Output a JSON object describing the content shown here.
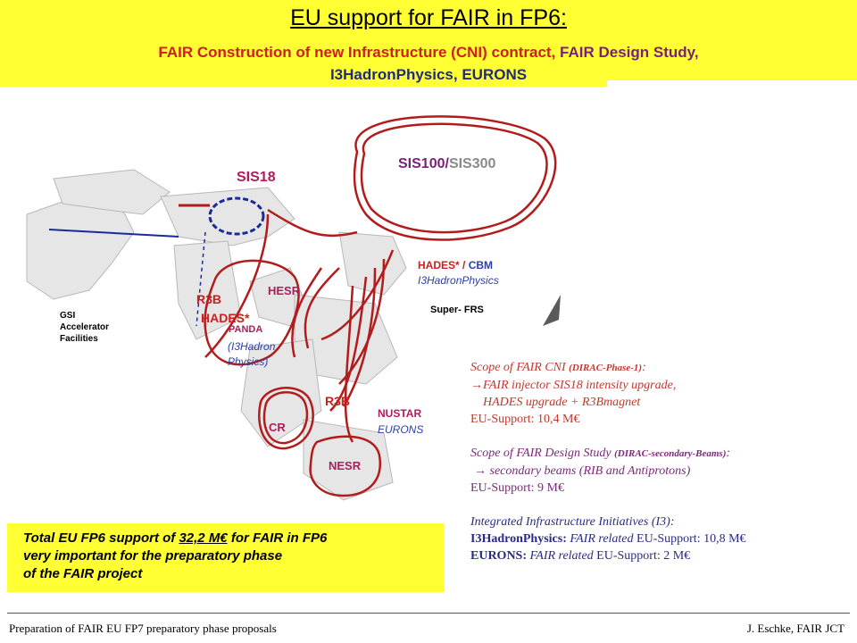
{
  "header": {
    "title": "EU support for FAIR in FP6:",
    "subtitle_1a": "FAIR Construction of new Infrastructure (CNI) contract, ",
    "subtitle_1b": "FAIR Design Study,",
    "subtitle_2a": "I3HadronPhysics, ",
    "subtitle_2b": "EURONS"
  },
  "map": {
    "sis100": "SIS100/",
    "sis300": "SIS300",
    "sis18": "SIS18",
    "hades_cbm_a": "HADES* / ",
    "hades_cbm_b": "CBM",
    "i3hadron": "I3HadronPhysics",
    "hesr": "HESR",
    "r3b_1": "R3B",
    "hades": "HADES*",
    "super_frs": "Super- FRS",
    "gsi_1": "GSI",
    "gsi_2": "Accelerator",
    "gsi_3": "Facilities",
    "panda": "PANDA",
    "panda_i3_1": "(I3Hadron",
    "panda_i3_2": "Physics)",
    "r3b_2": "R3B",
    "nustar": "NUSTAR",
    "eurons": "EURONS",
    "cr": "CR",
    "nesr": "NESR"
  },
  "scope": {
    "cni_title": "Scope of FAIR CNI ",
    "cni_title_small": "(DIRAC-Phase-1)",
    "cni_colon": ":",
    "cni_line1": "→FAIR injector SIS18 intensity upgrade,",
    "cni_line2": "HADES upgrade + R3Bmagnet",
    "cni_support": "EU-Support: 10,4 M€",
    "ds_title": "Scope of FAIR Design Study ",
    "ds_title_small": "(DIRAC-secondary-Beams)",
    "ds_colon": ":",
    "ds_line1": "→ secondary beams (RIB and Antiprotons)",
    "ds_support": "EU-Support: 9 M€",
    "i3_title": "Integrated Infrastructure Initiatives (I3):",
    "i3hp_name": "I3HadronPhysics:",
    "i3hp_rel": " FAIR related",
    "i3hp_support": " EU-Support: 10,8 M€",
    "eurons_name": "EURONS:",
    "eurons_rel": " FAIR related",
    "eurons_support": " EU-Support: 2 M€"
  },
  "summary": {
    "line1_a": "Total EU FP6 support of ",
    "line1_amount": "32,2 M€",
    "line1_b": " for FAIR in FP6",
    "line2": "very important for the preparatory phase",
    "line3": "of the FAIR project"
  },
  "footer": {
    "left": "Preparation of FAIR EU FP7 preparatory phase proposals",
    "right": "J. Eschke, FAIR JCT"
  },
  "colors": {
    "banner": "#ffff33",
    "ring_red": "#b11c1c",
    "label_red": "#cc1f1f",
    "label_purple": "#7a1f7a",
    "label_blue": "#2b3faa"
  }
}
